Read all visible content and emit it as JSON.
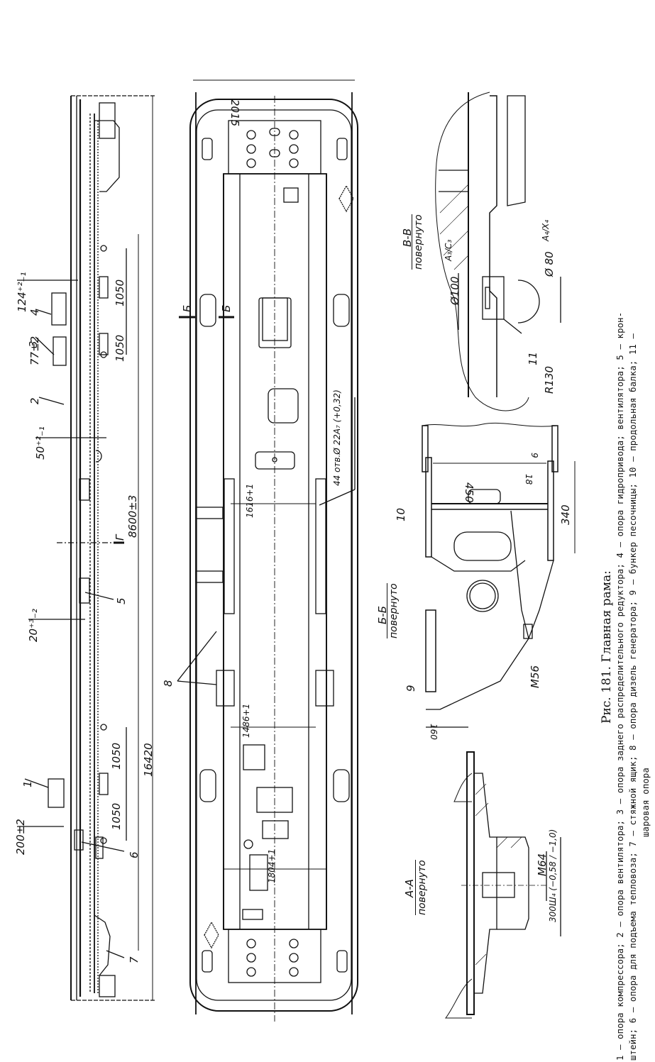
{
  "figure": {
    "title": "Рис. 181. Главная рама:",
    "caption_lines": [
      "1 — опора компрессора; 2 — опора вентилятора; 3 — опора заднего распределительного редуктора; 4 — опора гидропривода; вентилятора; 5 — крон-",
      "штейн; 6 — опора для подъема тепловоза; 7 — стяжной ящик; 8 — опора дизель генератора; 9 — бункер песочницы; 10 — продольная балка; 11 —",
      "шаровая опора"
    ]
  },
  "side_view": {
    "dimensions": {
      "overall_length": "16420",
      "bogie_centers": "8600±3",
      "axle_spacing_1": "1050",
      "axle_spacing_2": "1050",
      "axle_spacing_3": "1050",
      "axle_spacing_4": "1050",
      "offset_1": "200±2",
      "offset_2": "20⁺³₋₂",
      "offset_3": "50⁺²₋₁",
      "offset_4": "77±2",
      "offset_5": "124⁺²₋₁"
    },
    "callouts": [
      "1",
      "2",
      "3",
      "4",
      "5",
      "6",
      "7"
    ],
    "section_mark": "Г"
  },
  "top_view": {
    "dimensions": {
      "frame_width": "2015",
      "width_1": "1804+1",
      "width_2": "1486+1",
      "width_3": "1616+1",
      "holes_note": "44 отв.Ø 22А₇ (+0,32)"
    },
    "section_marks": [
      "Б",
      "Б"
    ],
    "callouts": [
      "8"
    ]
  },
  "section_vv": {
    "title": "В-В",
    "subtitle": "повернуто",
    "dimensions": {
      "dia_1": "Ø100",
      "fit_1": "А₃/С₃",
      "dia_2": "Ø 80",
      "fit_2": "А₄/Х₄",
      "radius": "R130"
    },
    "callouts": [
      "11"
    ]
  },
  "section_bb": {
    "title": "Б-Б",
    "subtitle": "повернуто",
    "dimensions": {
      "height": "450",
      "thickness_1": "9",
      "thickness_2": "18",
      "flange": "340",
      "thread": "M56",
      "depth": "160"
    },
    "callouts": [
      "9",
      "10"
    ]
  },
  "section_aa": {
    "title": "А-А",
    "subtitle": "повернуто",
    "dimensions": {
      "thread": "M64",
      "fit": "300Ш₄ (−0,58 / −1,0)"
    }
  }
}
